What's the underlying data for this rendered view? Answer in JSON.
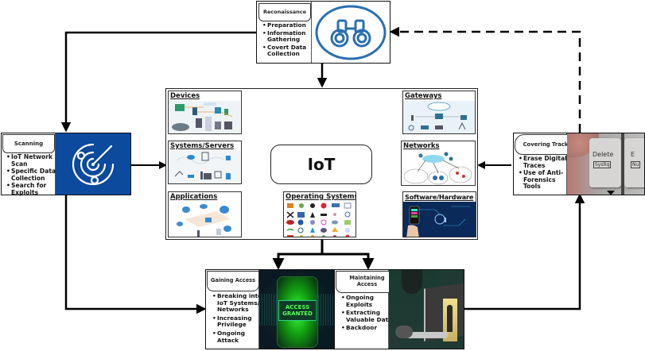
{
  "diagram": {
    "center": {
      "label": "IoT"
    },
    "tiles": [
      {
        "id": "devices",
        "title": "Devices"
      },
      {
        "id": "gateways",
        "title": "Gateways"
      },
      {
        "id": "systems",
        "title": "Systems/Servers"
      },
      {
        "id": "networks",
        "title": "Networks"
      },
      {
        "id": "applications",
        "title": "Applications"
      },
      {
        "id": "os",
        "title": "Operating Systems"
      },
      {
        "id": "software",
        "title": "Software/Hardware"
      }
    ],
    "stages": {
      "reconnaissance": {
        "title": "Reconaissance",
        "items": [
          "Preparation",
          "Information Gathering",
          "Covert Data Collection"
        ],
        "icon": "binoculars-icon"
      },
      "scanning": {
        "title": "Scanning",
        "items": [
          "IoT Network Scan",
          "Specific Data Collection",
          "Search for Exploits"
        ],
        "icon": "radar-icon"
      },
      "covering_tracks": {
        "title": "Covering Tracks",
        "items": [
          "Erase Digital Traces",
          "Use of Anti-Forensics Tools"
        ],
        "image_text": [
          "Delete",
          "SysRq",
          "E",
          "Nu"
        ]
      },
      "gaining_access": {
        "title": "Gaining Access",
        "items": [
          "Breaking into IoT Systems/ Networks",
          "Increasing Privilege",
          "Ongoing Attack"
        ],
        "image_text": [
          "ACCESS",
          "GRANTED"
        ]
      },
      "maintaining_access": {
        "title": "Maintaining Access",
        "items": [
          "Ongoing Exploits",
          "Extracting Valuable Data",
          "Backdoor"
        ]
      }
    },
    "colors": {
      "scan_blue": "#0b4a9c",
      "recon_blue": "#2a6fb0",
      "access_green": "#3cff3c",
      "dark_bg": "#0a1a22"
    }
  }
}
